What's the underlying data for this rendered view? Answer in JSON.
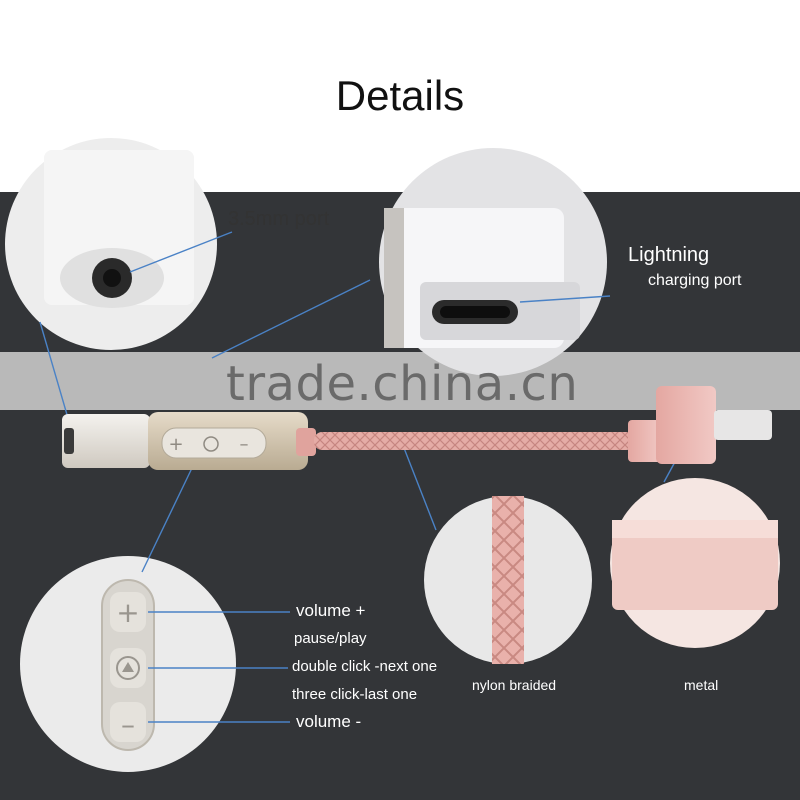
{
  "title": "Details",
  "watermark": "trade.china.cn",
  "labels": {
    "port_35": "3.5mm port",
    "lightning_line1": "Lightning",
    "lightning_line2": "charging port",
    "vol_up": "volume +",
    "pause_play": "pause/play",
    "double_click": "double click -next one",
    "three_click": "three click-last one",
    "vol_down": "volume -",
    "nylon": "nylon braided",
    "metal": "metal"
  },
  "colors": {
    "background_dark": "#333538",
    "cable_pink": "#e8a9a3",
    "connector_silver": "#e9e6e2",
    "leader_line": "#4a82c6"
  }
}
